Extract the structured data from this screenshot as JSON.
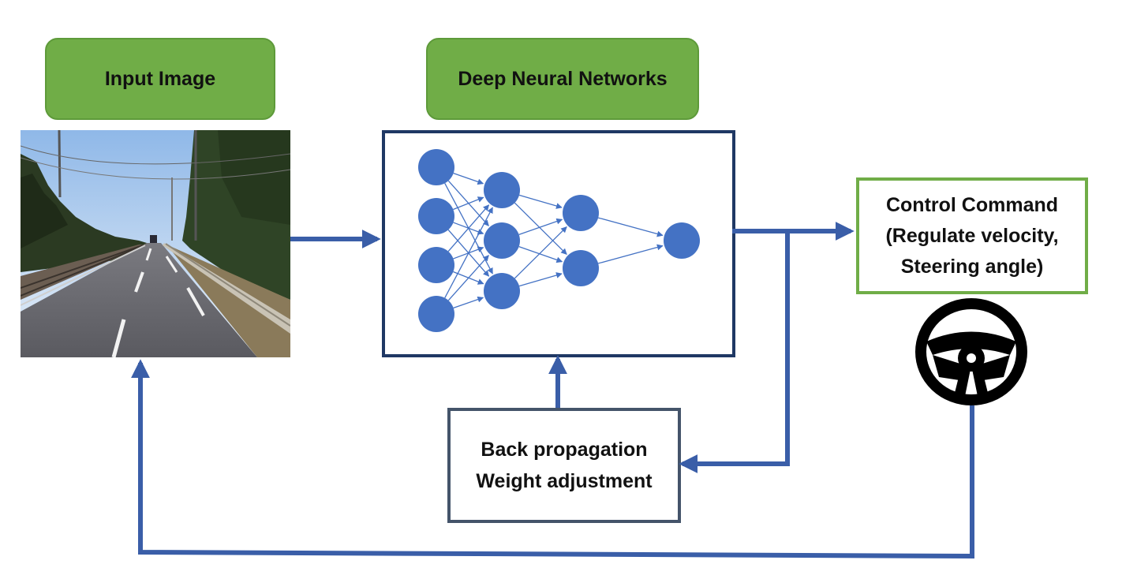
{
  "labels": {
    "input_image": "Input Image",
    "deep_neural_networks": "Deep Neural Networks"
  },
  "control_command": {
    "line1": "Control Command",
    "line2": "(Regulate velocity,",
    "line3": "Steering angle)"
  },
  "backprop": {
    "line1": "Back propagation",
    "line2": "Weight adjustment"
  },
  "network": {
    "layers": [
      4,
      3,
      2,
      1
    ]
  },
  "colors": {
    "green": "#70ad47",
    "arrow_blue": "#3a5ea8",
    "node_blue": "#4472c4",
    "frame_navy": "#1f3864",
    "box_gray": "#44546a"
  },
  "icons": {
    "input": "road-scene-photo",
    "output": "steering-wheel-icon"
  }
}
